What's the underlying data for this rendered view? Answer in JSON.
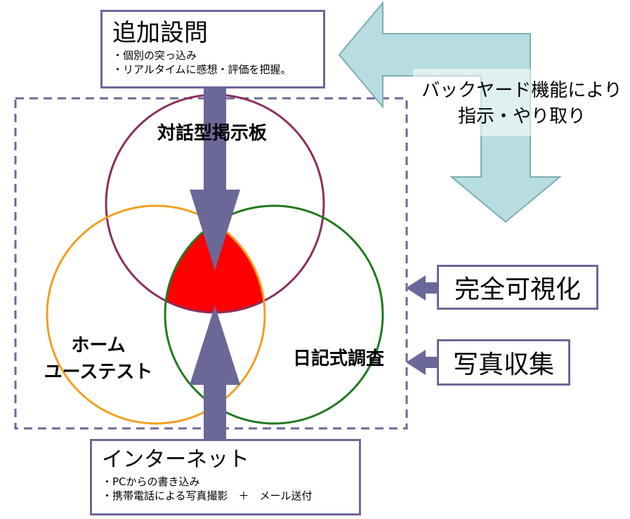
{
  "top_box": {
    "title": "追加設問",
    "lines": [
      "・個別の突っ込み",
      "・リアルタイムに感想・評価を把握。"
    ]
  },
  "bottom_box": {
    "title": "インターネット",
    "lines": [
      "・PCからの書き込み",
      "・携帯電話による写真撮影　＋　メール送付"
    ]
  },
  "backyard_label": {
    "line1": "バックヤード機能により",
    "line2": "指示・やり取り"
  },
  "circles": {
    "top": "対話型掲示板",
    "left_line1": "ホーム",
    "left_line2": "ユーステスト",
    "right": "日記式調査"
  },
  "side_boxes": {
    "visualize": "完全可視化",
    "photo": "写真収集"
  },
  "colors": {
    "top_circle": "#8b2f5e",
    "left_circle": "#f0a020",
    "right_circle": "#1f7a1f",
    "center_fill": "#ff0000",
    "arrow": "#6b6898",
    "backyard_arrow": "#b8dde0",
    "dashed_frame": "#6b6898"
  }
}
